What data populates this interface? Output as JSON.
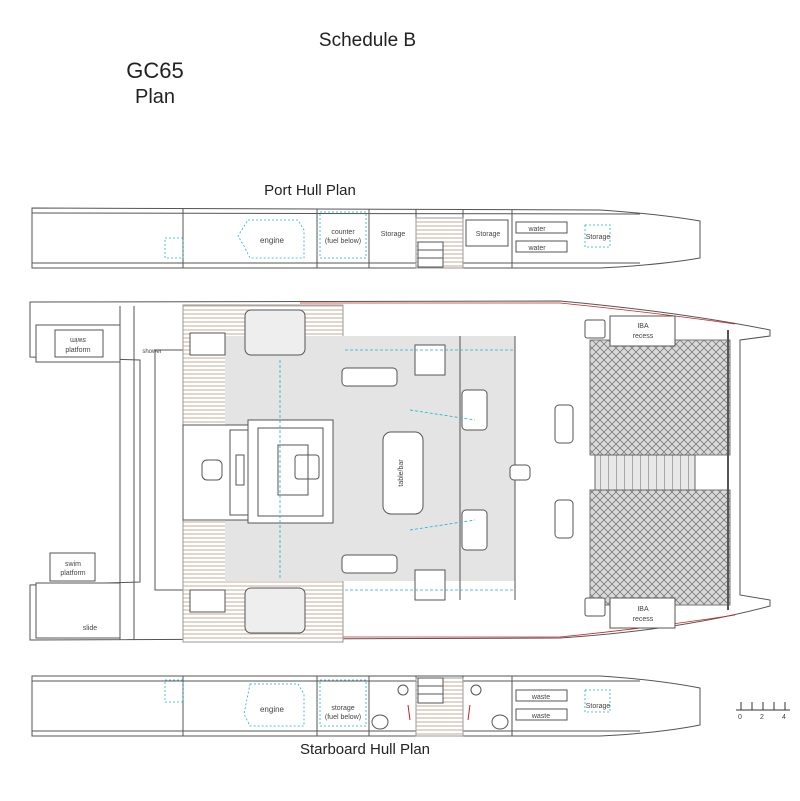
{
  "header": {
    "schedule": "Schedule B",
    "model": "GC65",
    "plan_word": "Plan"
  },
  "port_hull": {
    "title": "Port Hull Plan",
    "engine": "engine",
    "counter_line1": "counter",
    "counter_line2": "(fuel below)",
    "storage_1": "Storage",
    "storage_2": "Storage",
    "water_1": "water",
    "water_2": "water",
    "storage_3": "Storage"
  },
  "main_deck": {
    "swim_platform_top_1": "swim",
    "swim_platform_top_2": "platform",
    "swim_platform_bottom_1": "swim",
    "swim_platform_bottom_2": "platform",
    "shower": "shower",
    "slide": "slide",
    "table": "table/bar",
    "iba_top_1": "IBA",
    "iba_top_2": "recess",
    "iba_bottom_1": "IBA",
    "iba_bottom_2": "recess"
  },
  "starboard_hull": {
    "title": "Starboard Hull Plan",
    "engine": "engine",
    "storage_line1": "storage",
    "storage_line2": "(fuel below)",
    "waste_1": "waste",
    "waste_2": "waste",
    "storage_2": "Storage"
  },
  "scale_bar": {
    "labels": [
      "0",
      "2",
      "4"
    ]
  },
  "colors": {
    "line": "#555555",
    "fixture": "#1bb3cc",
    "accent": "#cc2222",
    "deck": "#b89c83",
    "net": "#777777"
  }
}
